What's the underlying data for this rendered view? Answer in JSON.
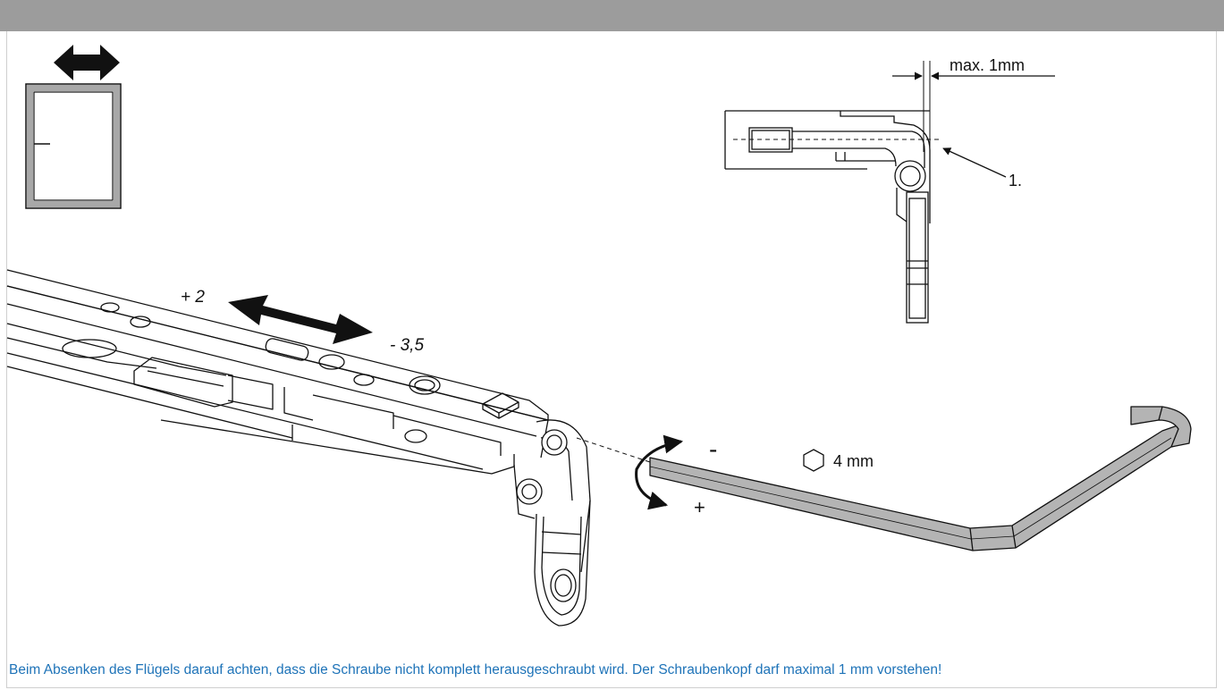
{
  "labels": {
    "detail_dimension": "max. 1mm",
    "detail_callout": "1.",
    "adjust_plus": "+ 2",
    "adjust_minus": "- 3,5",
    "rotate_minus": "-",
    "rotate_plus": "+",
    "key_size": "4 mm"
  },
  "caption": "Beim Absenken des Flügels darauf achten, dass die Schraube nicht komplett herausgeschraubt wird. Der Schraubenkopf darf maximal 1 mm vorstehen!",
  "colors": {
    "caption": "#1e73b8",
    "header_bar": "#9c9c9c",
    "hex_key_fill": "#b4b4b4",
    "line": "#111111"
  },
  "icons": [
    "double-arrow-icon",
    "window-frame-icon",
    "hexagon-icon",
    "rotation-arrow-icon"
  ]
}
